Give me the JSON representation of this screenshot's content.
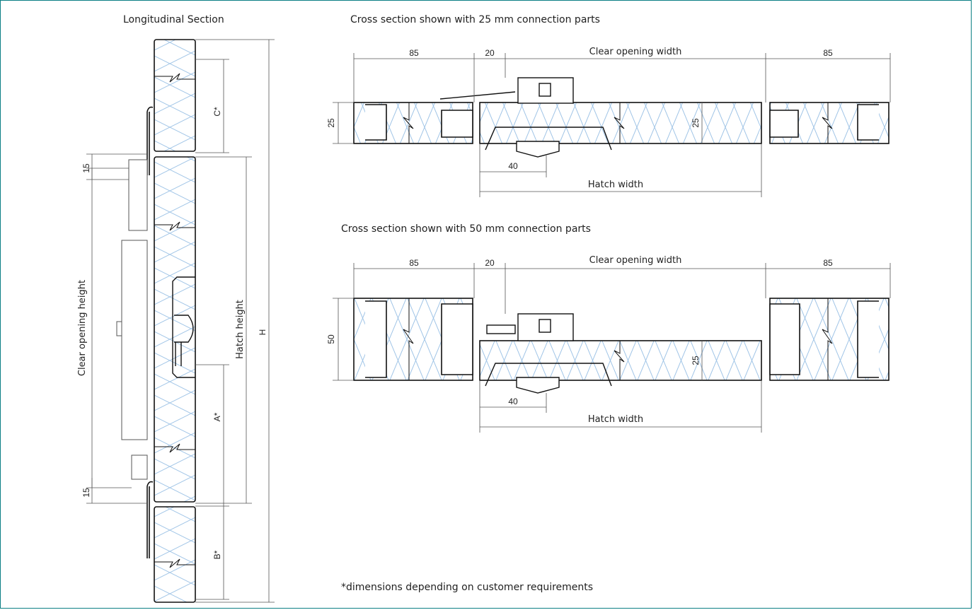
{
  "titles": {
    "longitudinal": "Longitudinal Section",
    "cross25": "Cross section shown with 25 mm connection parts",
    "cross50": "Cross section shown with 50 mm connection parts"
  },
  "footnote": "*dimensions depending on customer requirements",
  "longitudinal_labels": {
    "clear_opening_height": "Clear opening height",
    "hatch_height": "Hatch height",
    "overall": "H",
    "a": "A*",
    "b": "B*",
    "c": "C*",
    "gap_top": "15",
    "gap_bottom": "15"
  },
  "cross25_labels": {
    "left_width": "85",
    "gap": "20",
    "clear_opening_width": "Clear opening width",
    "right_width": "85",
    "thickness": "25",
    "hatch_thickness": "25",
    "offset": "40",
    "hatch_width": "Hatch width"
  },
  "cross50_labels": {
    "left_width": "85",
    "gap": "20",
    "clear_opening_width": "Clear opening width",
    "right_width": "85",
    "thickness": "50",
    "hatch_thickness": "25",
    "offset": "40",
    "hatch_width": "Hatch width"
  },
  "colors": {
    "frame_border": "#0b7f84",
    "insulation": "#9ec3e6",
    "line": "#111111"
  }
}
